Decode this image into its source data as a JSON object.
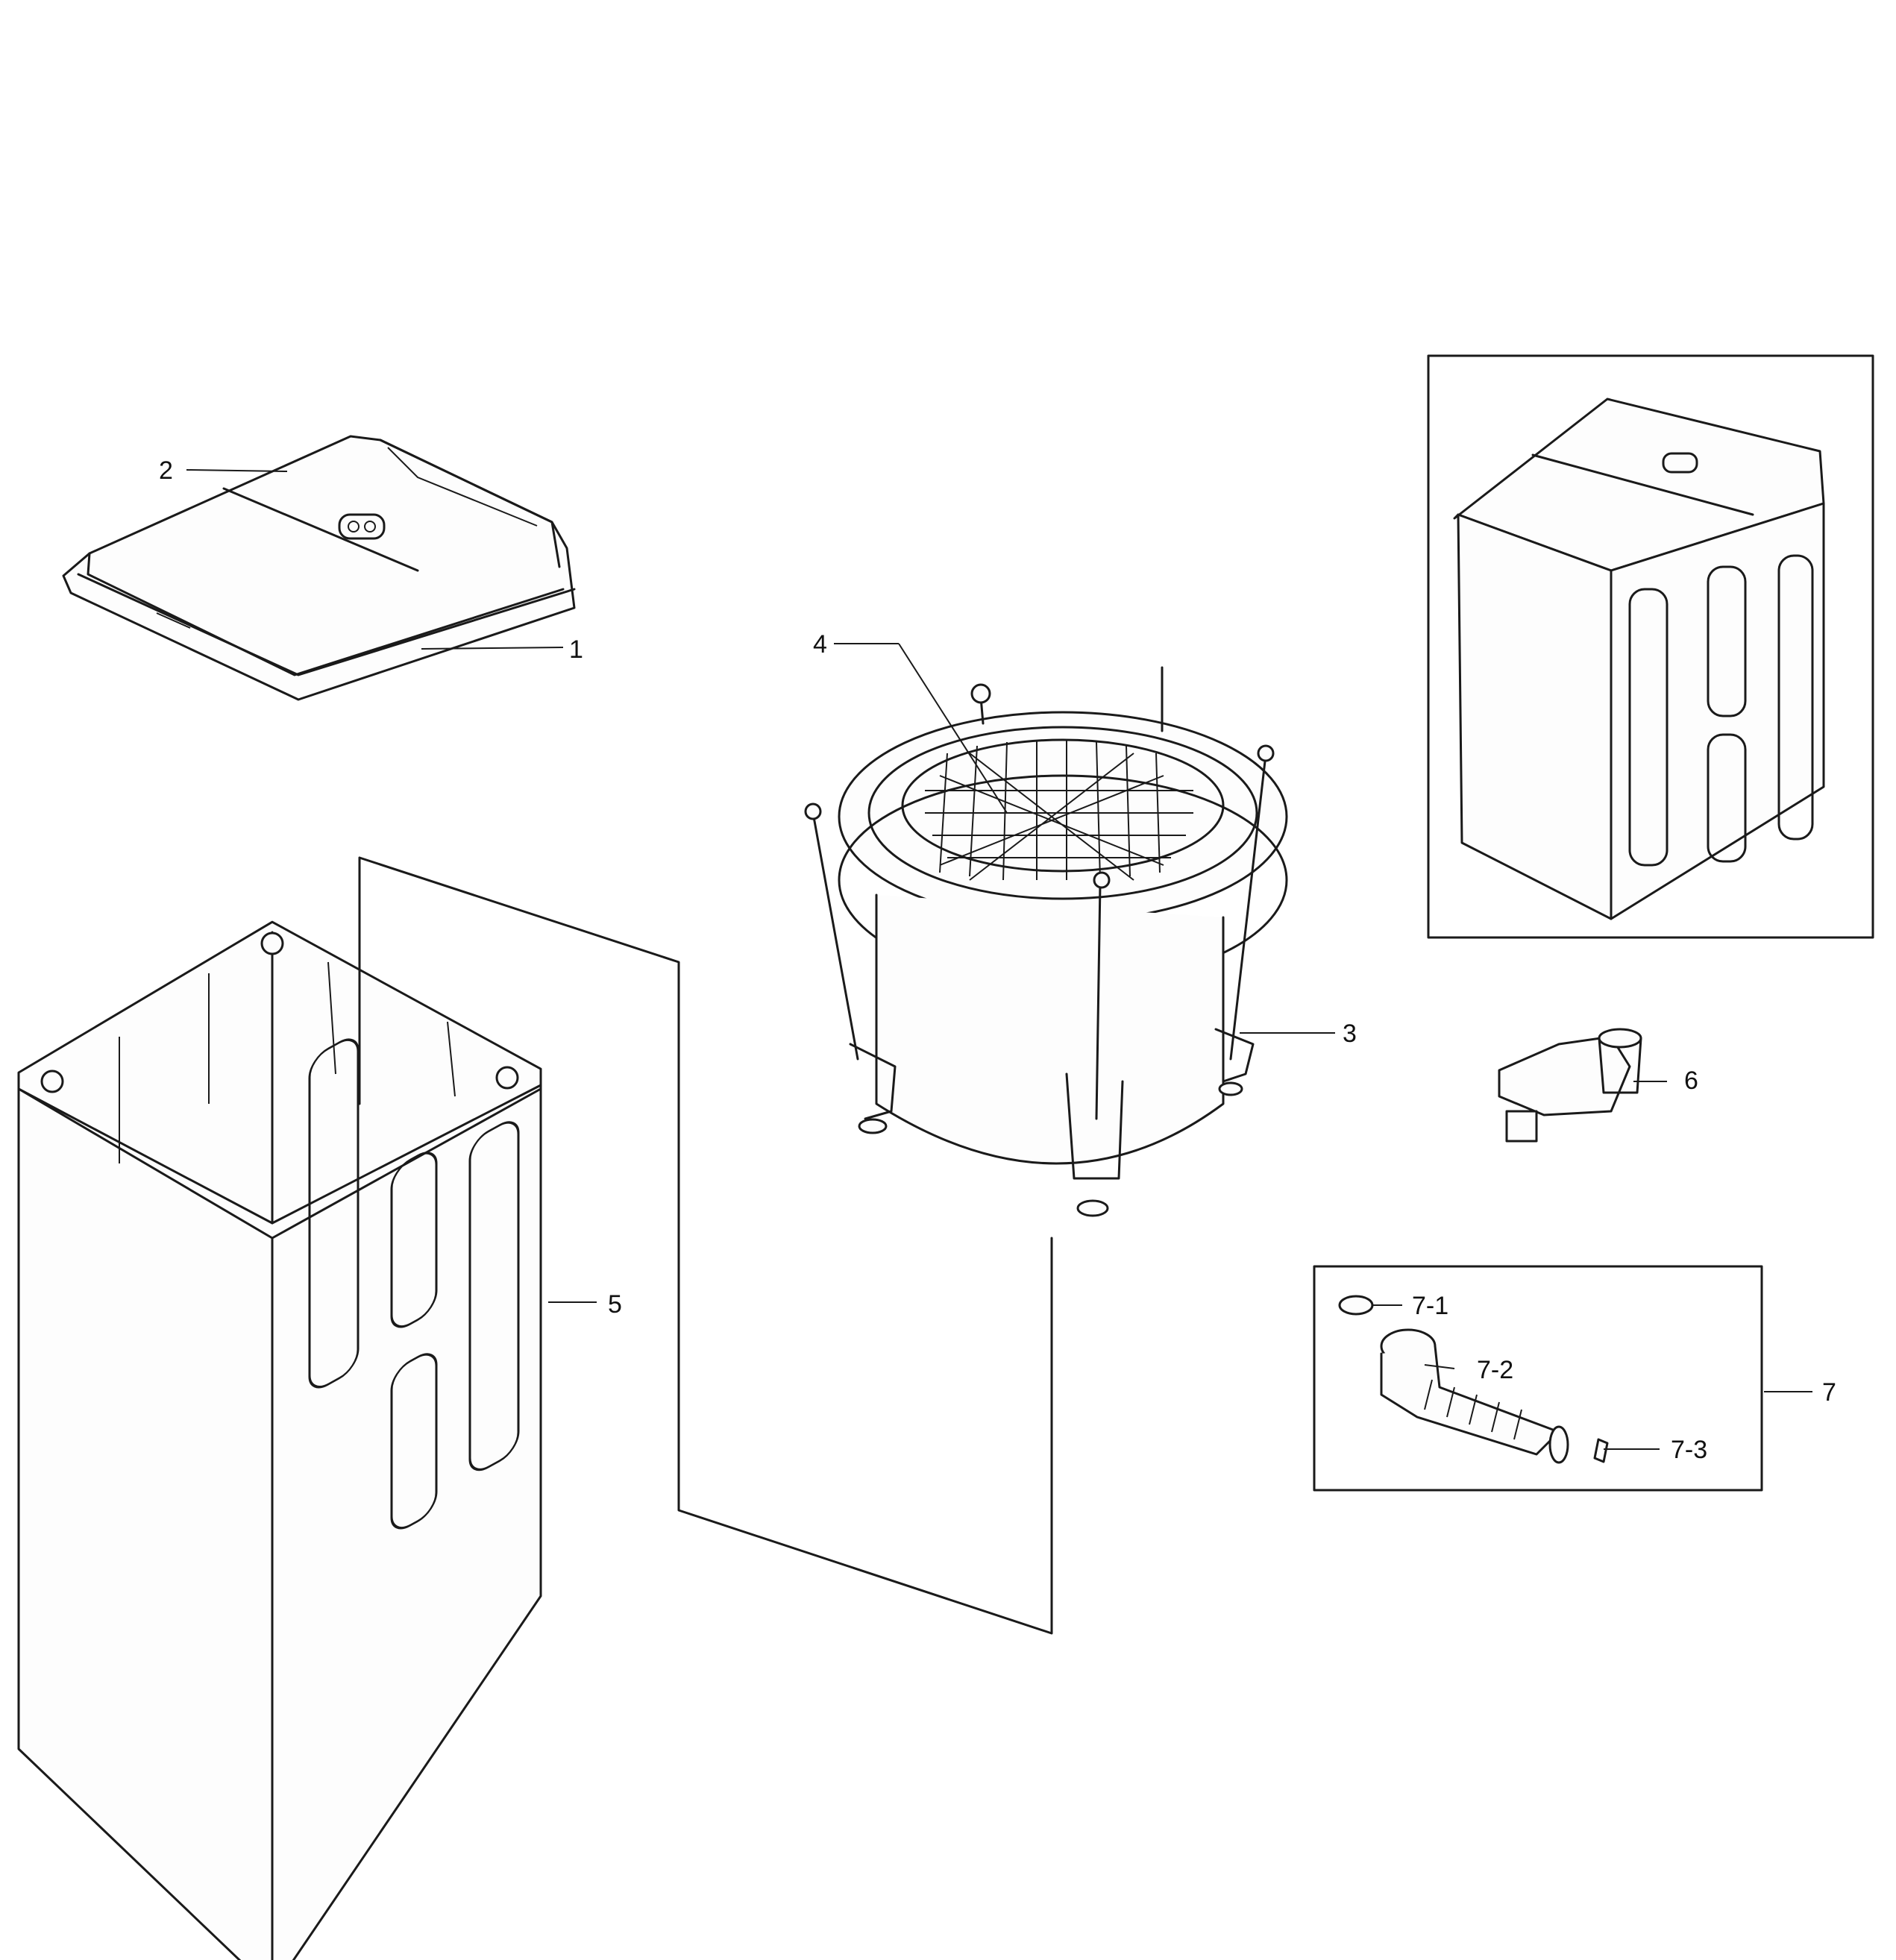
{
  "callouts": {
    "c1": "1",
    "c2": "2",
    "c3": "3",
    "c4": "4",
    "c5": "5",
    "c6": "6",
    "c7": "7",
    "c7_1": "7-1",
    "c7_2": "7-2",
    "c7_3": "7-3"
  },
  "colors": {
    "line": "#1a1a1a",
    "background": "#ffffff"
  }
}
